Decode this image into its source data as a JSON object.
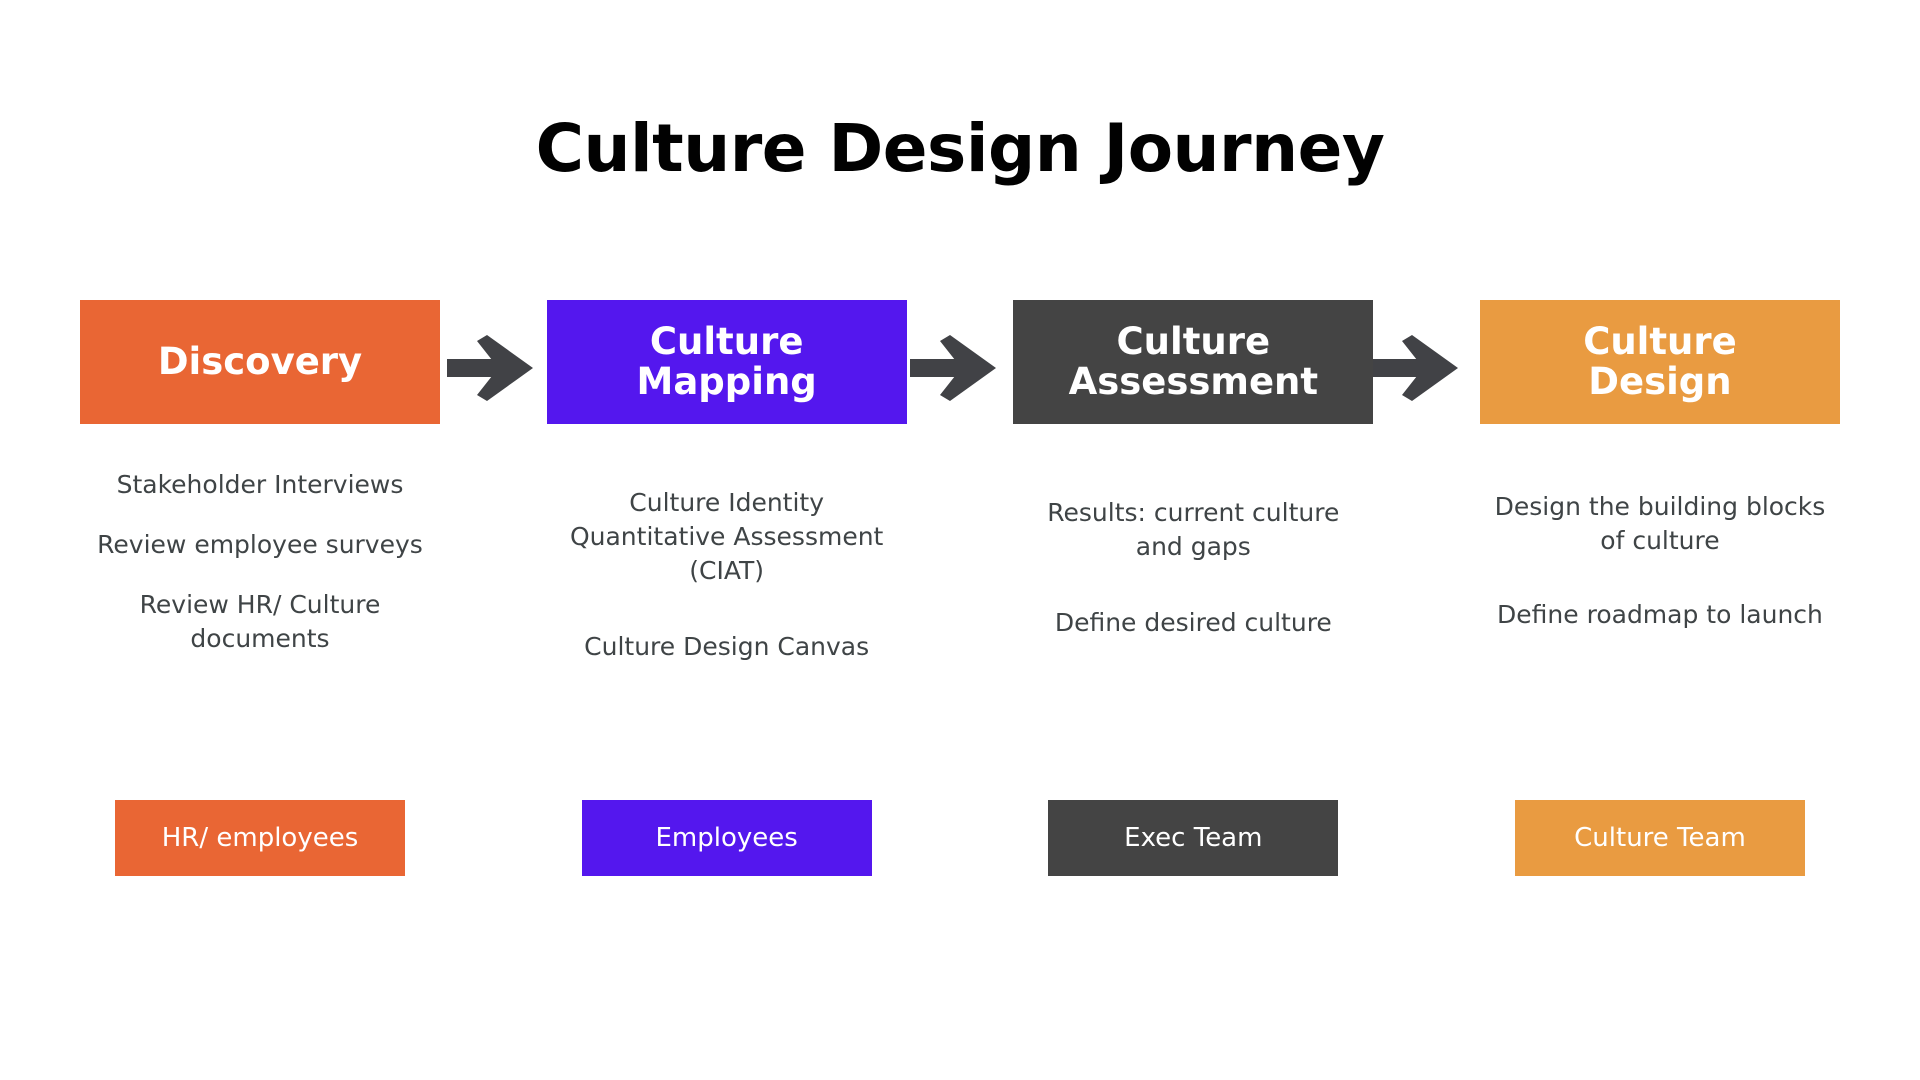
{
  "title": "Culture Design Journey",
  "colors": {
    "stage_1": "#E96634",
    "stage_2": "#5417EE",
    "stage_3": "#444444",
    "stage_4": "#E99B41",
    "arrow": "#414246",
    "body_text": "#3F4446",
    "title_text": "#010101",
    "background": "#FFFFFF"
  },
  "arrow_icon_name": "right-arrow-icon",
  "stages": [
    {
      "id": "discovery",
      "label": "Discovery",
      "details": [
        "Stakeholder Interviews",
        "Review employee surveys",
        "Review HR/ Culture documents"
      ],
      "owner": "HR/ employees"
    },
    {
      "id": "culture-mapping",
      "label": "Culture\nMapping",
      "details": [
        "Culture Identity Quantitative Assessment (CIAT)",
        "Culture Design Canvas"
      ],
      "owner": "Employees"
    },
    {
      "id": "culture-assessment",
      "label": "Culture\nAssessment",
      "details": [
        "Results: current culture and gaps",
        "Define desired culture"
      ],
      "owner": "Exec Team"
    },
    {
      "id": "culture-design",
      "label": "Culture\nDesign",
      "details": [
        "Design the building blocks of culture",
        "Define roadmap to launch"
      ],
      "owner": "Culture Team"
    }
  ]
}
